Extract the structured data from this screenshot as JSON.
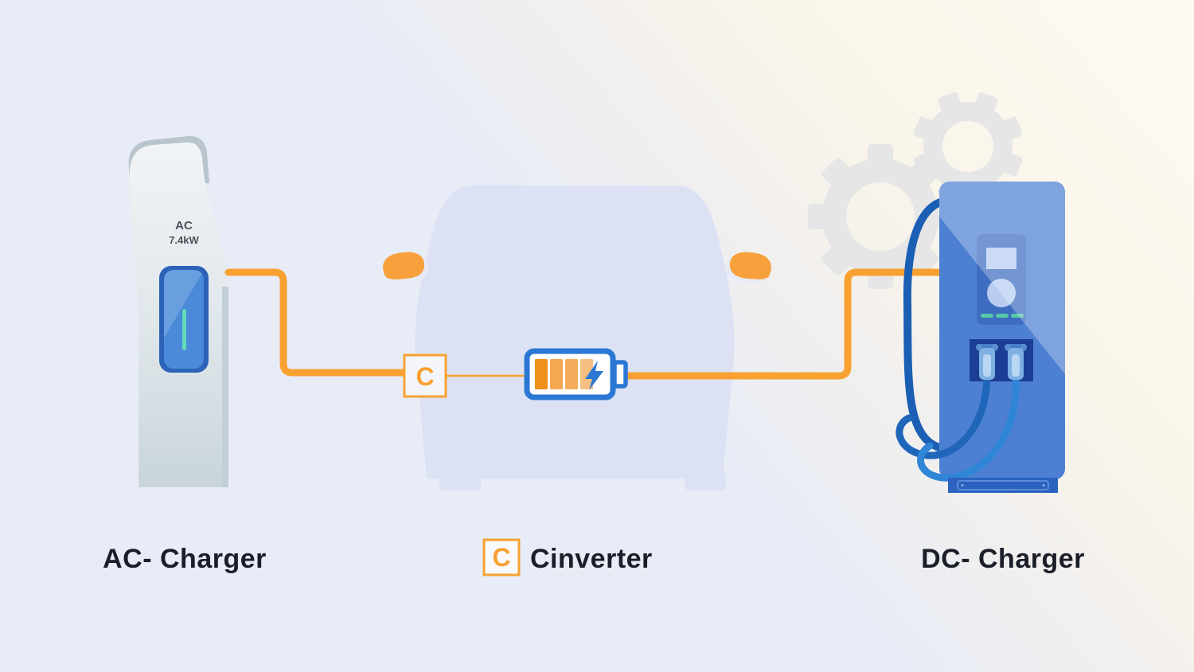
{
  "scene": {
    "left_station": {
      "caption": "AC- Charger",
      "unit_type": "AC",
      "unit_power": "7.4kW"
    },
    "converter": {
      "symbol": "C"
    },
    "legend": {
      "symbol": "C",
      "label": "Cinverter"
    },
    "right_station": {
      "caption": "DC- Charger"
    },
    "battery": {
      "bars_filled": 4
    }
  },
  "colors": {
    "accent_orange": "#F8A131",
    "battery_blue": "#2B78D4",
    "cabinet_blue": "#4D80D2",
    "car_silhouette": "#DCE2F3",
    "gear_gray": "#E4E4E6",
    "background_left": "#E9ECF8",
    "background_right": "#FBF8EE"
  }
}
